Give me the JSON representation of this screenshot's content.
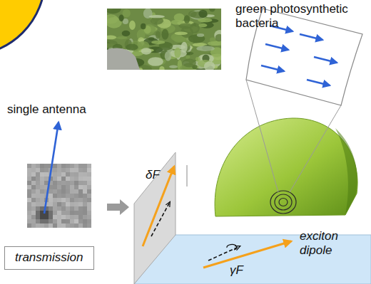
{
  "diagram": {
    "nodes": [
      {
        "text": [
          "transmission"
        ]
      }
    ],
    "labels": [
      "green photosynthetic bacteria",
      "single antenna",
      "δF",
      "exciton dipole",
      "γF"
    ]
  }
}
